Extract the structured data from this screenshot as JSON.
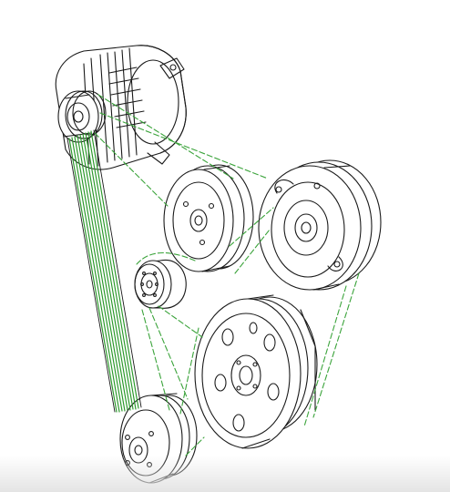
{
  "diagram": {
    "kind": "serpentine-belt-routing",
    "components": [
      {
        "id": "alternator",
        "icon": "alternator-icon"
      },
      {
        "id": "upper-idler-pulley",
        "icon": "pulley-icon"
      },
      {
        "id": "ac-compressor-pulley",
        "icon": "pulley-icon"
      },
      {
        "id": "tensioner-pulley",
        "icon": "pulley-icon"
      },
      {
        "id": "crankshaft-pulley",
        "icon": "pulley-icon"
      },
      {
        "id": "lower-water-pump-pulley",
        "icon": "pulley-icon"
      }
    ],
    "highlighted_belt": {
      "label": "",
      "color": "#2e9a2e"
    },
    "routed_belt": {
      "style": "dashed",
      "color": "#3aa33a"
    },
    "line_color": "#1a1a1a"
  }
}
